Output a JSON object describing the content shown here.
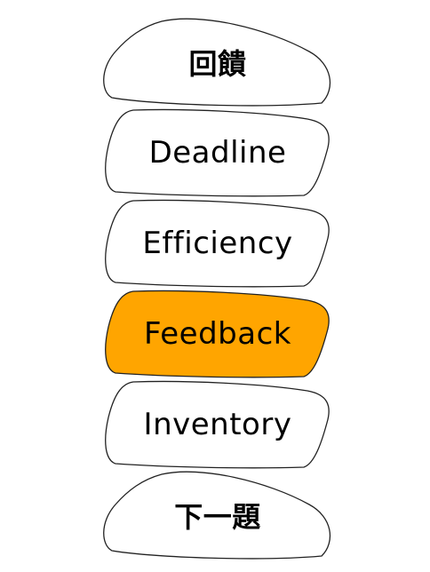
{
  "colors": {
    "card_fill": "#ffffff",
    "card_stroke": "#222222",
    "selected_fill": "#ffa500",
    "text": "#000000"
  },
  "buttons": [
    {
      "label": "回饋",
      "selected": false
    },
    {
      "label": "Deadline",
      "selected": false
    },
    {
      "label": "Efficiency",
      "selected": false
    },
    {
      "label": "Feedback",
      "selected": true
    },
    {
      "label": "Inventory",
      "selected": false
    },
    {
      "label": "下一題",
      "selected": false
    }
  ]
}
